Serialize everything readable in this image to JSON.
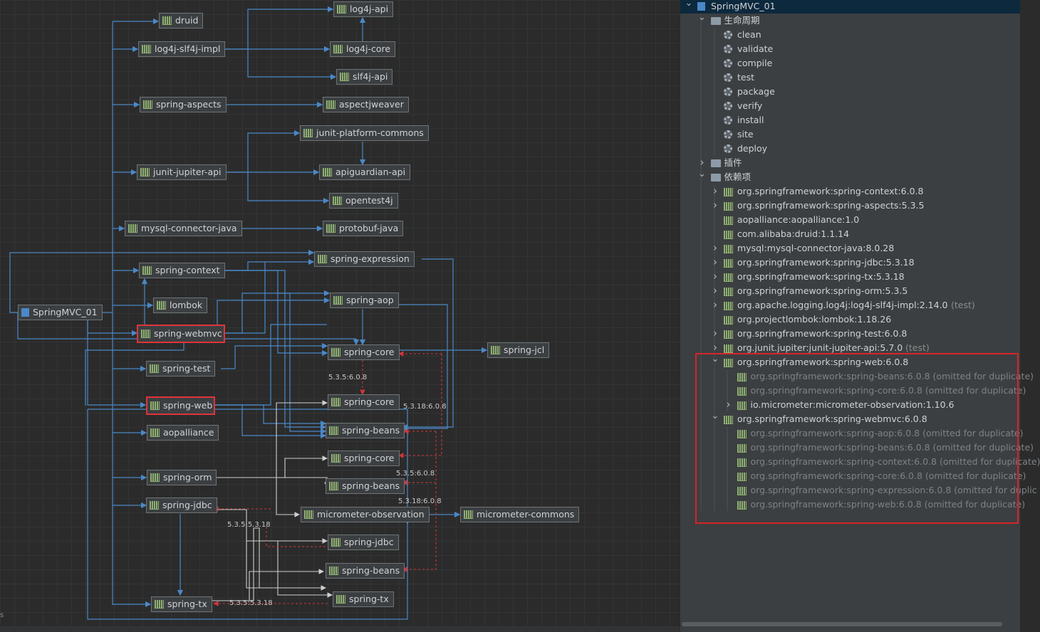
{
  "graph": {
    "nodes": {
      "druid": "druid",
      "log4j_api": "log4j-api",
      "log4j_slf4j_impl": "log4j-slf4j-impl",
      "log4j_core": "log4j-core",
      "slf4j_api": "slf4j-api",
      "spring_aspects": "spring-aspects",
      "aspectjweaver": "aspectjweaver",
      "junit_platform_commons": "junit-platform-commons",
      "junit_jupiter_api": "junit-jupiter-api",
      "apiguardian_api": "apiguardian-api",
      "opentest4j": "opentest4j",
      "mysql_connector_java": "mysql-connector-java",
      "protobuf_java": "protobuf-java",
      "spring_expression": "spring-expression",
      "spring_context": "spring-context",
      "lombok": "lombok",
      "springmvc_01": "SpringMVC_01",
      "spring_aop": "spring-aop",
      "spring_webmvc": "spring-webmvc",
      "spring_core_1": "spring-core",
      "spring_jcl": "spring-jcl",
      "spring_test": "spring-test",
      "spring_core_2": "spring-core",
      "spring_web": "spring-web",
      "spring_beans_1": "spring-beans",
      "aopalliance": "aopalliance",
      "spring_core_3": "spring-core",
      "spring_orm": "spring-orm",
      "spring_beans_2": "spring-beans",
      "spring_jdbc_1": "spring-jdbc",
      "micrometer_observation": "micrometer-observation",
      "micrometer_commons": "micrometer-commons",
      "spring_jdbc_2": "spring-jdbc",
      "spring_beans_3": "spring-beans",
      "spring_tx_2": "spring-tx",
      "spring_tx_1": "spring-tx"
    },
    "version_labels": [
      "5.3.5:6.0.8",
      "5.3.18:6.0.8",
      "5.3.5:6.0.8",
      "5.3.18:6.0.8",
      "5.3.5:5.3.18",
      "5.3.5:5.3.18"
    ],
    "edge_color": "#4a88c7",
    "conflict_color": "#d0353a",
    "side_mark": "s"
  },
  "panel": {
    "rows": [
      {
        "label": "SpringMVC_01",
        "icon": "project-icon",
        "arrow": "v",
        "selected": true
      },
      {
        "label": "生命周期",
        "icon": "folder-icon",
        "arrow": "v"
      },
      {
        "label": "clean",
        "icon": "gear-icon"
      },
      {
        "label": "validate",
        "icon": "gear-icon"
      },
      {
        "label": "compile",
        "icon": "gear-icon"
      },
      {
        "label": "test",
        "icon": "gear-icon"
      },
      {
        "label": "package",
        "icon": "gear-icon"
      },
      {
        "label": "verify",
        "icon": "gear-icon"
      },
      {
        "label": "install",
        "icon": "gear-icon"
      },
      {
        "label": "site",
        "icon": "gear-icon"
      },
      {
        "label": "deploy",
        "icon": "gear-icon"
      },
      {
        "label": "插件",
        "icon": "folder-icon",
        "arrow": ">"
      },
      {
        "label": "依赖项",
        "icon": "folder-icon",
        "arrow": "v"
      },
      {
        "label": "org.springframework:spring-context:6.0.8",
        "icon": "dependency-icon",
        "arrow": ">"
      },
      {
        "label": "org.springframework:spring-aspects:5.3.5",
        "icon": "dependency-icon",
        "arrow": ">"
      },
      {
        "label": "aopalliance:aopalliance:1.0",
        "icon": "dependency-icon"
      },
      {
        "label": "com.alibaba:druid:1.1.14",
        "icon": "dependency-icon"
      },
      {
        "label": "mysql:mysql-connector-java:8.0.28",
        "icon": "dependency-icon",
        "arrow": ">"
      },
      {
        "label": "org.springframework:spring-jdbc:5.3.18",
        "icon": "dependency-icon",
        "arrow": ">"
      },
      {
        "label": "org.springframework:spring-tx:5.3.18",
        "icon": "dependency-icon",
        "arrow": ">"
      },
      {
        "label": "org.springframework:spring-orm:5.3.5",
        "icon": "dependency-icon",
        "arrow": ">"
      },
      {
        "label": "org.apache.logging.log4j:log4j-slf4j-impl:2.14.0",
        "tag": "(test)",
        "icon": "dependency-icon",
        "arrow": ">"
      },
      {
        "label": "org.projectlombok:lombok:1.18.26",
        "icon": "dependency-icon"
      },
      {
        "label": "org.springframework:spring-test:6.0.8",
        "icon": "dependency-icon",
        "arrow": ">"
      },
      {
        "label": "org.junit.jupiter:junit-jupiter-api:5.7.0",
        "tag": "(test)",
        "icon": "dependency-icon",
        "arrow": ">"
      },
      {
        "label": "org.springframework:spring-web:6.0.8",
        "icon": "dependency-icon",
        "arrow": "v"
      },
      {
        "label": "org.springframework:spring-beans:6.0.8 (omitted for duplicate)",
        "icon": "dependency-icon",
        "omitted": true,
        "child": true
      },
      {
        "label": "org.springframework:spring-core:6.0.8 (omitted for duplicate)",
        "icon": "dependency-icon",
        "omitted": true,
        "child": true
      },
      {
        "label": "io.micrometer:micrometer-observation:1.10.6",
        "icon": "dependency-icon",
        "arrow": ">",
        "child": true
      },
      {
        "label": "org.springframework:spring-webmvc:6.0.8",
        "icon": "dependency-icon",
        "arrow": "v"
      },
      {
        "label": "org.springframework:spring-aop:6.0.8 (omitted for duplicate)",
        "icon": "dependency-icon",
        "omitted": true,
        "child": true
      },
      {
        "label": "org.springframework:spring-beans:6.0.8 (omitted for duplicate)",
        "icon": "dependency-icon",
        "omitted": true,
        "child": true
      },
      {
        "label": "org.springframework:spring-context:6.0.8 (omitted for duplicate)",
        "icon": "dependency-icon",
        "omitted": true,
        "child": true
      },
      {
        "label": "org.springframework:spring-core:6.0.8 (omitted for duplicate)",
        "icon": "dependency-icon",
        "omitted": true,
        "child": true
      },
      {
        "label": "org.springframework:spring-expression:6.0.8 (omitted for duplic",
        "icon": "dependency-icon",
        "omitted": true,
        "child": true
      },
      {
        "label": "org.springframework:spring-web:6.0.8 (omitted for duplicate)",
        "icon": "dependency-icon",
        "omitted": true,
        "child": true
      }
    ]
  }
}
